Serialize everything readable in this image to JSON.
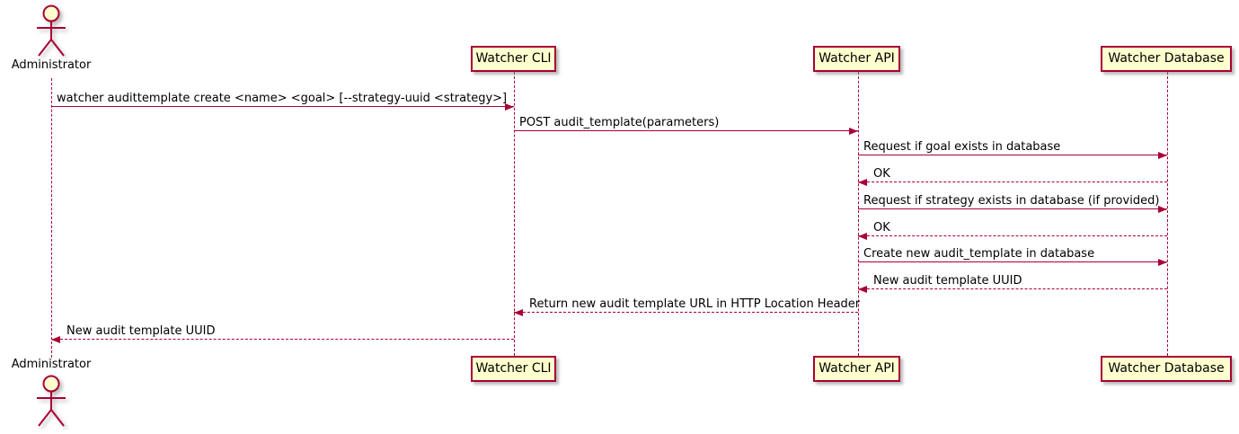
{
  "diagram_type": "plantuml-sequence",
  "colors": {
    "accent": "#A80036",
    "participant_fill": "#FEFECE",
    "text": "#000000",
    "background": "#FFFFFF"
  },
  "participants": [
    {
      "name": "Administrator",
      "kind": "actor"
    },
    {
      "name": "Watcher CLI",
      "kind": "participant"
    },
    {
      "name": "Watcher API",
      "kind": "participant"
    },
    {
      "name": "Watcher Database",
      "kind": "participant"
    }
  ],
  "messages": [
    {
      "from": "Administrator",
      "to": "Watcher CLI",
      "line": "solid",
      "label": "watcher audittemplate create <name> <goal> [--strategy-uuid <strategy>]"
    },
    {
      "from": "Watcher CLI",
      "to": "Watcher API",
      "line": "solid",
      "label": "POST audit_template(parameters)"
    },
    {
      "from": "Watcher API",
      "to": "Watcher Database",
      "line": "solid",
      "label": "Request if goal exists in database"
    },
    {
      "from": "Watcher Database",
      "to": "Watcher API",
      "line": "dashed",
      "label": "OK"
    },
    {
      "from": "Watcher API",
      "to": "Watcher Database",
      "line": "solid",
      "label": "Request if strategy exists in database (if provided)"
    },
    {
      "from": "Watcher Database",
      "to": "Watcher API",
      "line": "dashed",
      "label": "OK"
    },
    {
      "from": "Watcher API",
      "to": "Watcher Database",
      "line": "solid",
      "label": "Create new audit_template in database"
    },
    {
      "from": "Watcher Database",
      "to": "Watcher API",
      "line": "dashed",
      "label": "New audit template UUID"
    },
    {
      "from": "Watcher API",
      "to": "Watcher CLI",
      "line": "dashed",
      "label": "Return new audit template URL in HTTP Location Header"
    },
    {
      "from": "Watcher CLI",
      "to": "Administrator",
      "line": "dashed",
      "label": "New audit template UUID"
    }
  ]
}
